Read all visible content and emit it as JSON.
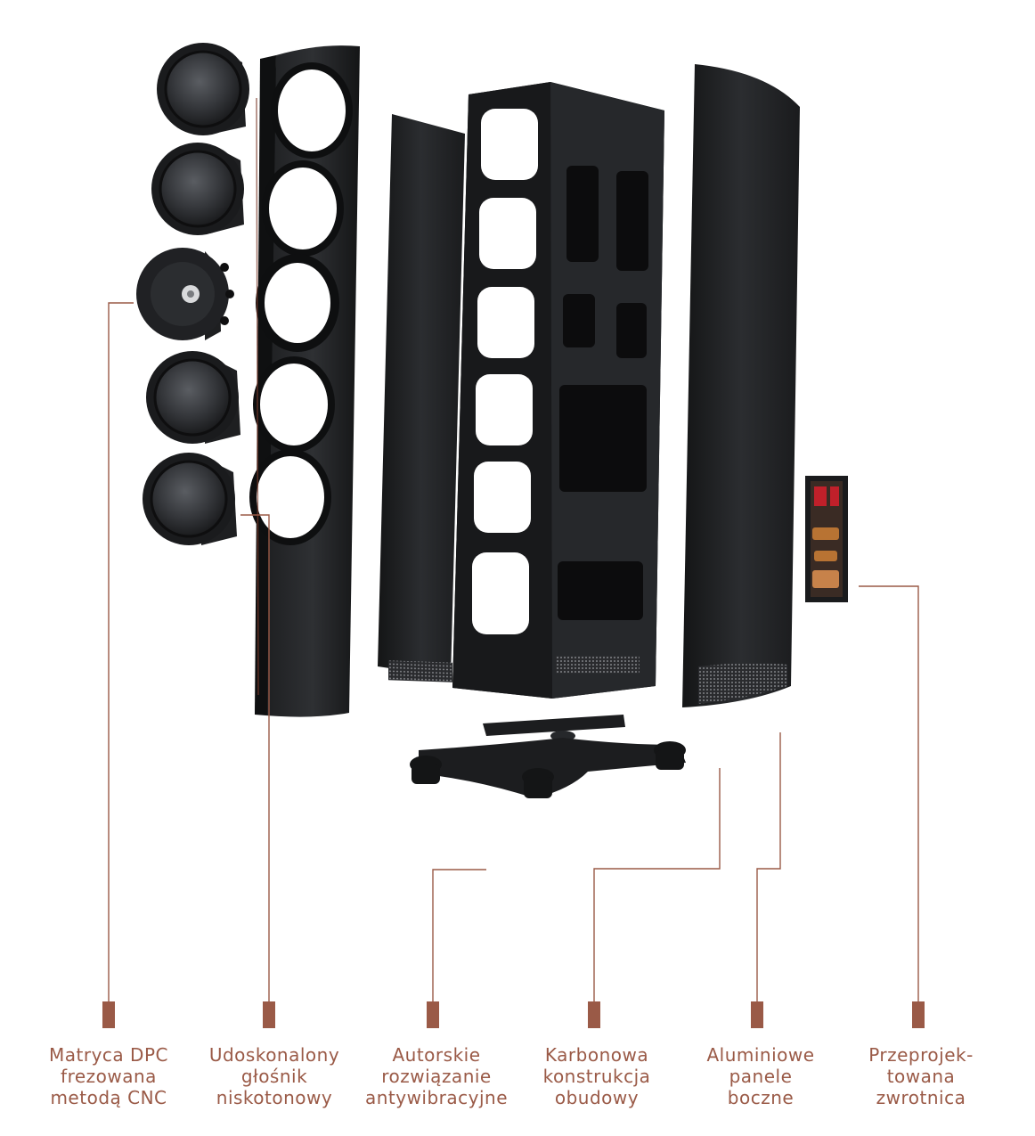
{
  "colors": {
    "accent": "#9a5a47",
    "body_dark": "#1c1d1f",
    "body_mid": "#2a2c2f",
    "copper": "#b87333",
    "crossover_red": "#c0202a"
  },
  "labels": [
    {
      "id": "dpc",
      "lines": [
        "Matryca DPC",
        "frezowana",
        "metodą CNC"
      ]
    },
    {
      "id": "woofer",
      "lines": [
        "Udoskonalony",
        "głośnik",
        "niskotonowy"
      ]
    },
    {
      "id": "antivib",
      "lines": [
        "Autorskie",
        "rozwiązanie",
        "antywibracyjne"
      ]
    },
    {
      "id": "carbon",
      "lines": [
        "Karbonowa",
        "konstrukcja",
        "obudowy"
      ]
    },
    {
      "id": "alu",
      "lines": [
        "Aluminiowe",
        "panele",
        "boczne"
      ]
    },
    {
      "id": "crossover",
      "lines": [
        "Przeprojek-",
        "towana",
        "zwrotnica"
      ]
    }
  ]
}
